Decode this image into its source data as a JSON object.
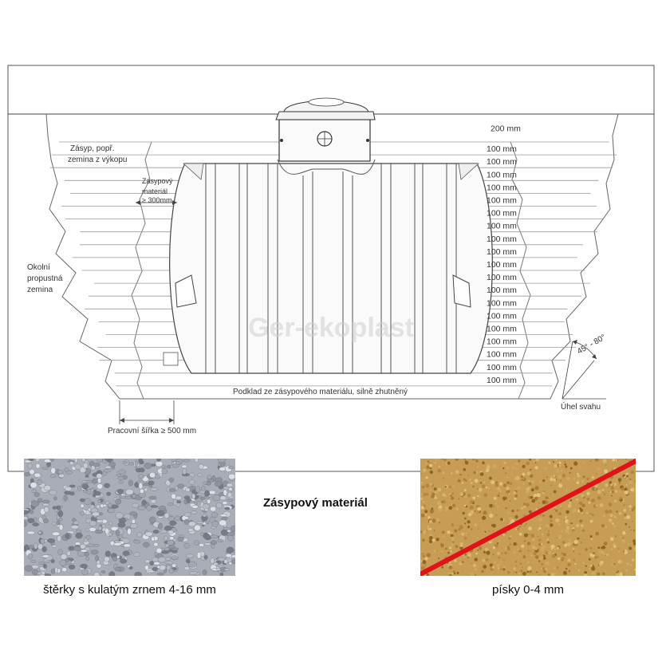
{
  "diagram": {
    "watermark": "Ger-ekoplast",
    "labels": {
      "backfill_top": [
        "Zásyp, popř.",
        "zemina z výkopu"
      ],
      "backfill_material": [
        "Zásypový",
        "materiál",
        "≥ 300mm"
      ],
      "surrounding_soil": [
        "Okolní",
        "propustná",
        "zemina"
      ],
      "bedding": "Podklad ze zásypového materiálu, silně zhutněný",
      "working_width": "Pracovní šířka ≥ 500 mm",
      "slope_angle": "45° - 80°",
      "slope_label": "Úhel svahu"
    },
    "layers_mm": [
      "200 mm",
      "100 mm",
      "100 mm",
      "100 mm",
      "100 mm",
      "100 mm",
      "100 mm",
      "100 mm",
      "100 mm",
      "100 mm",
      "100 mm",
      "100 mm",
      "100 mm",
      "100 mm",
      "100 mm",
      "100 mm",
      "100 mm",
      "100 mm",
      "100 mm",
      "100 mm"
    ]
  },
  "materials": {
    "title": "Zásypový materiál",
    "good_caption": "štěrky s kulatým zrnem 4-16 mm",
    "bad_caption": "písky 0-4 mm",
    "colors": {
      "gravel": "#b9bcc4",
      "sand": "#caa35a",
      "cross": "#e0131b"
    }
  }
}
